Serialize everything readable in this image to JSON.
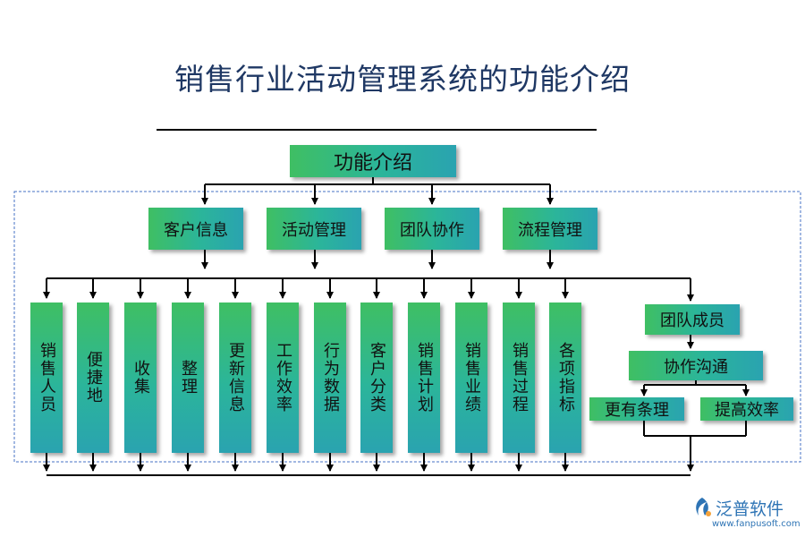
{
  "title": "销售行业活动管理系统的功能介绍",
  "root": "功能介绍",
  "categories": [
    "客户信息",
    "活动管理",
    "团队协作",
    "流程管理"
  ],
  "functions": [
    "销售人员",
    "便捷地",
    "收集",
    "整理",
    "更新信息",
    "工作效率",
    "行为数据",
    "客户分类",
    "销售计划",
    "销售业绩",
    "销售过程",
    "各项指标"
  ],
  "team_branch": {
    "members": "团队成员",
    "communication": "协作沟通",
    "outcomes": [
      "更有条理",
      "提高效率"
    ]
  },
  "logo": {
    "name": "泛普软件",
    "url": "www.fanpusoft.com"
  },
  "colors": {
    "title": "#1f3864",
    "box_start": "#3fbf63",
    "box_end": "#2aa3b0",
    "line": "#000000",
    "dashed": "#4472c4",
    "logo": "#2e74b5"
  }
}
